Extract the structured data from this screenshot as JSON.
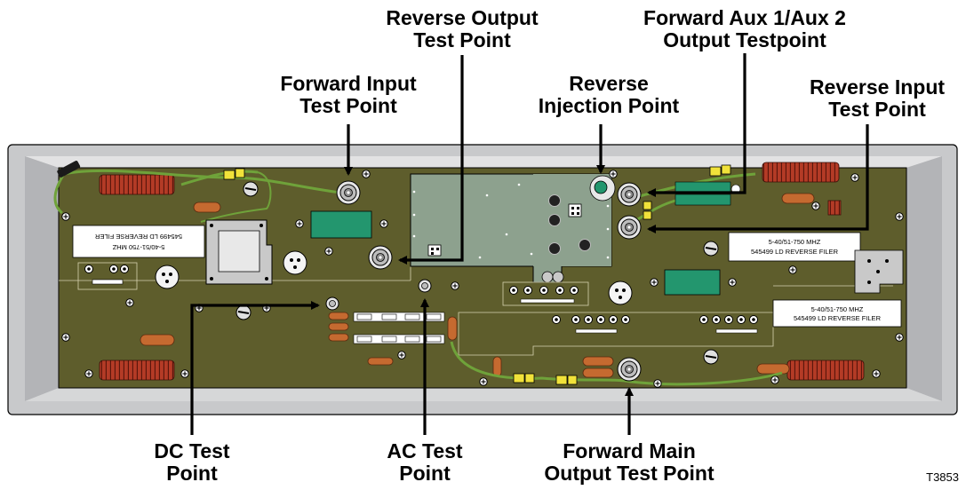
{
  "callouts": {
    "forward_input": [
      "Forward Input",
      "Test Point"
    ],
    "reverse_output": [
      "Reverse Output",
      "Test Point"
    ],
    "reverse_injection": [
      "Reverse",
      "Injection Point"
    ],
    "forward_aux": [
      "Forward Aux 1/Aux 2",
      "Output Testpoint"
    ],
    "reverse_input": [
      "Reverse Input",
      "Test Point"
    ],
    "dc_test": [
      "DC Test",
      "Point"
    ],
    "ac_test": [
      "AC Test",
      "Point"
    ],
    "forward_main": [
      "Forward Main",
      "Output Test Point"
    ]
  },
  "filter_labels": {
    "left": [
      "5-40/51-750 MHZ",
      "545499 LD REVERSE FILER"
    ],
    "right_upper": [
      "5-40/51-750 MHZ",
      "545499 LD REVERSE FILER"
    ],
    "right_lower": [
      "5-40/51-750 MHZ",
      "545499 LD REVERSE FILER"
    ]
  },
  "figure_id": "T3853",
  "colors": {
    "board": "#5e5d2c",
    "chassis": "#c8c9cb",
    "module": "#8da18e",
    "green_part": "#23966e",
    "coil": "#b43b26",
    "cap": "#c56a30",
    "wire": "#6fa23a",
    "tape": "#f1e23a"
  }
}
